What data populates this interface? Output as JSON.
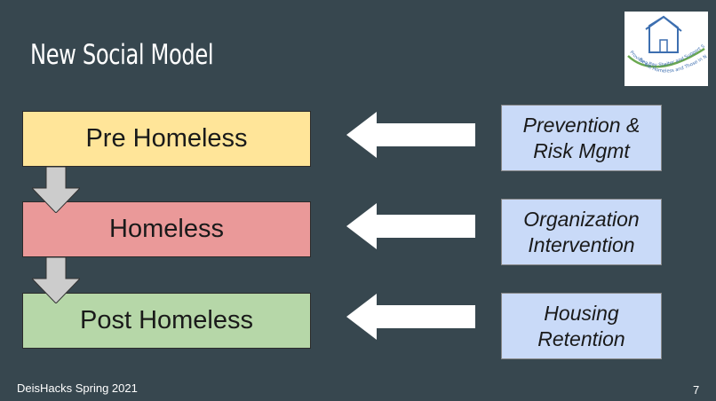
{
  "slide": {
    "title": "New Social Model",
    "footer": "DeisHacks Spring 2021",
    "page_number": "7"
  },
  "logo": {
    "caption_line1": "Providing Bay Shelter and Support Services",
    "caption_line2": "for the Homeless and Those in Need"
  },
  "stages": [
    {
      "label": "Pre Homeless",
      "color": "#ffe599"
    },
    {
      "label": "Homeless",
      "color": "#ea9999"
    },
    {
      "label": "Post Homeless",
      "color": "#b6d7a8"
    }
  ],
  "interventions": [
    {
      "line1": "Prevention &",
      "line2": "Risk Mgmt"
    },
    {
      "line1": "Organization",
      "line2": "Intervention"
    },
    {
      "line1": "Housing",
      "line2": "Retention"
    }
  ],
  "colors": {
    "background": "#37474f",
    "intervention_box": "#c9daf8",
    "arrow_fill": "#ffffff",
    "down_arrow_fill": "#cccccc"
  }
}
